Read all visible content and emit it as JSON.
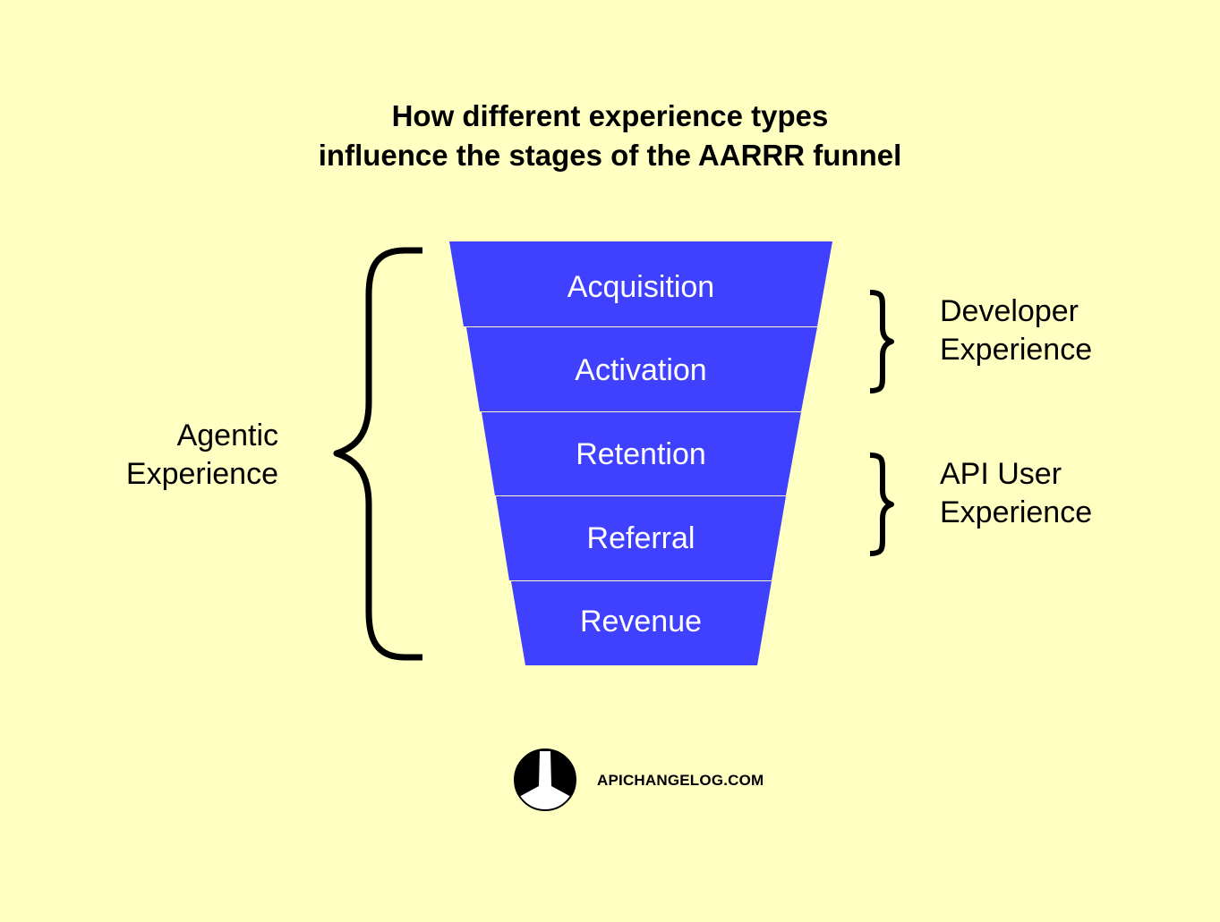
{
  "title": {
    "line1": "How different experience types",
    "line2": "influence the stages of the AARRR funnel"
  },
  "funnel": {
    "color": "#4040ff",
    "divider_color": "#ffffff",
    "stages": [
      {
        "label": "Acquisition"
      },
      {
        "label": "Activation"
      },
      {
        "label": "Retention"
      },
      {
        "label": "Referral"
      },
      {
        "label": "Revenue"
      }
    ]
  },
  "groups": {
    "agentic": {
      "line1": "Agentic",
      "line2": "Experience",
      "covers": [
        "Acquisition",
        "Activation",
        "Retention",
        "Referral",
        "Revenue"
      ]
    },
    "developer": {
      "line1": "Developer",
      "line2": "Experience",
      "covers": [
        "Acquisition",
        "Activation"
      ]
    },
    "api_user": {
      "line1": "API User",
      "line2": "Experience",
      "covers": [
        "Retention",
        "Referral"
      ]
    }
  },
  "footer": {
    "site": "APICHANGELOG.COM",
    "logo_icon": "apichangelog-logo-icon"
  }
}
